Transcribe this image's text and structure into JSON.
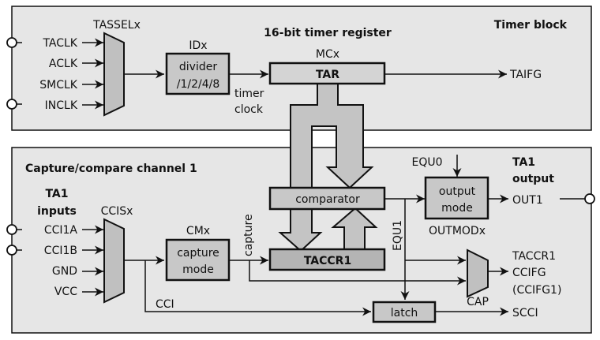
{
  "timer_block": {
    "title": "Timer block",
    "register_heading": "16-bit timer register",
    "clock_inputs": [
      "TACLK",
      "ACLK",
      "SMCLK",
      "INCLK"
    ],
    "clock_select_label": "TASSELx",
    "divider": {
      "control_label": "IDx",
      "line1": "divider",
      "line2": "/1/2/4/8"
    },
    "timer_clock_label": [
      "timer",
      "clock"
    ],
    "tar": {
      "control_label": "MCx",
      "label": "TAR"
    },
    "overflow_flag": "TAIFG"
  },
  "channel": {
    "title": "Capture/compare channel 1",
    "inputs_heading": [
      "TA1",
      "inputs"
    ],
    "inputs": [
      "CCI1A",
      "CCI1B",
      "GND",
      "VCC"
    ],
    "input_select_label": "CCISx",
    "capture_mode": {
      "control_label": "CMx",
      "line1": "capture",
      "line2": "mode"
    },
    "capture_label": "capture",
    "comparator_label": "comparator",
    "taccr_label": "TACCR1",
    "equ1_label": "EQU1",
    "equ0_label": "EQU0",
    "output_mode": {
      "line1": "output",
      "line2": "mode",
      "control_label": "OUTMODx"
    },
    "output_heading": [
      "TA1",
      "output"
    ],
    "output_signal": "OUT1",
    "flag_lines": [
      "TACCR1",
      "CCIFG",
      "(CCIFG1)"
    ],
    "cap_label": "CAP",
    "cci_label": "CCI",
    "latch_label": "latch",
    "scci_label": "SCCI"
  }
}
